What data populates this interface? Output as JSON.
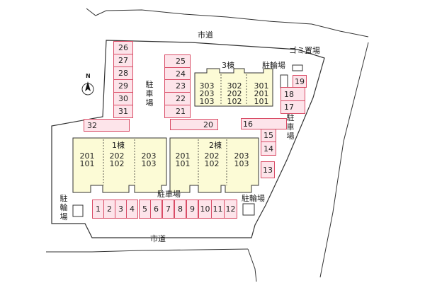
{
  "roads": {
    "north": "市道",
    "south": "市道"
  },
  "labels": {
    "building1": "1棟",
    "building2": "2棟",
    "building3": "3棟",
    "parking_north": "駐車場",
    "parking_east": "駐車場",
    "parking_south": "駐車場",
    "bike_north": "駐輪場",
    "bike_south": "駐輪場",
    "bike_west": "駐輪場",
    "garbage": "ゴミ置場",
    "compass": "N"
  },
  "parking_spaces": [
    "1",
    "2",
    "3",
    "4",
    "5",
    "6",
    "7",
    "8",
    "9",
    "10",
    "11",
    "12",
    "13",
    "14",
    "15",
    "16",
    "17",
    "18",
    "19",
    "20",
    "21",
    "22",
    "23",
    "24",
    "25",
    "26",
    "27",
    "28",
    "29",
    "30",
    "31",
    "32"
  ],
  "buildings": {
    "b1": {
      "rooms": [
        [
          "201",
          "101"
        ],
        [
          "202",
          "102"
        ],
        [
          "203",
          "103"
        ]
      ]
    },
    "b2": {
      "rooms": [
        [
          "201",
          "101"
        ],
        [
          "202",
          "102"
        ],
        [
          "203",
          "103"
        ]
      ]
    },
    "b3": {
      "rooms": [
        [
          "303",
          "203",
          "103"
        ],
        [
          "302",
          "202",
          "102"
        ],
        [
          "301",
          "201",
          "101"
        ]
      ]
    }
  },
  "colors": {
    "parking_fill": "#fde4ea",
    "parking_border": "#d94c66",
    "building_fill": "#fcfbd6",
    "outline": "#333333"
  }
}
